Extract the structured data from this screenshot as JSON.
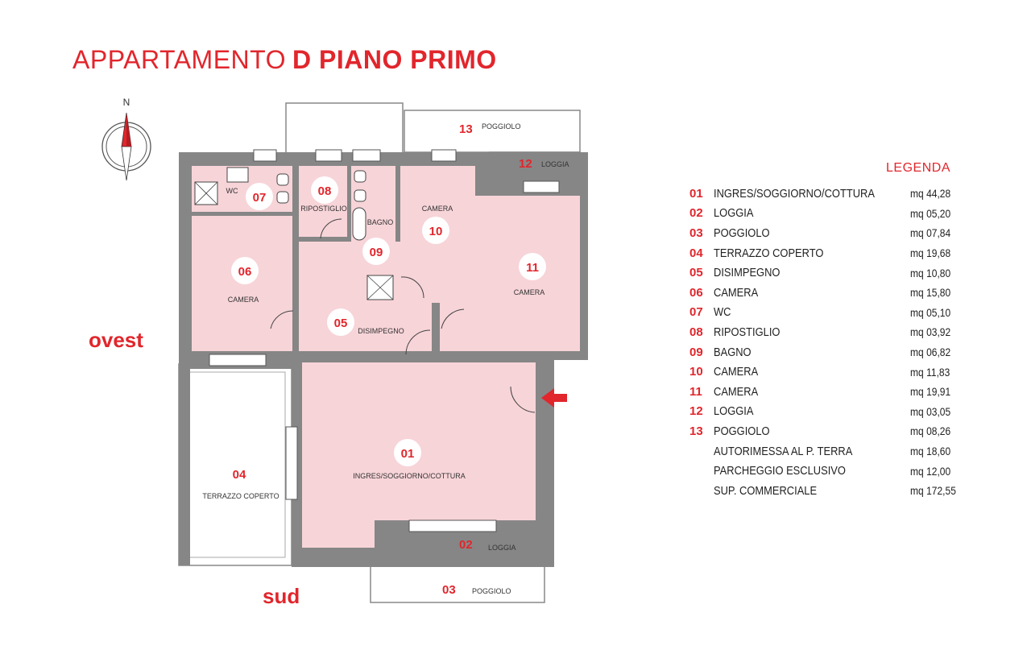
{
  "title": {
    "light": "APPARTAMENTO",
    "bold": "D PIANO PRIMO"
  },
  "compass": {
    "north": "N"
  },
  "directions": {
    "west": "ovest",
    "south": "sud"
  },
  "colors": {
    "accent": "#e1262c",
    "room_fill": "#f7d4d8",
    "wall": "#868686"
  },
  "plan_rooms": [
    {
      "num": "01",
      "label": "INGRES/SOGGIORNO/COTTURA"
    },
    {
      "num": "02",
      "label": "LOGGIA"
    },
    {
      "num": "03",
      "label": "POGGIOLO"
    },
    {
      "num": "04",
      "label": "TERRAZZO COPERTO"
    },
    {
      "num": "05",
      "label": "DISIMPEGNO"
    },
    {
      "num": "06",
      "label": "CAMERA"
    },
    {
      "num": "07",
      "label": "WC"
    },
    {
      "num": "08",
      "label": "RIPOSTIGLIO"
    },
    {
      "num": "09",
      "label": "BAGNO"
    },
    {
      "num": "10",
      "label": "CAMERA"
    },
    {
      "num": "11",
      "label": "CAMERA"
    },
    {
      "num": "12",
      "label": "LOGGIA"
    },
    {
      "num": "13",
      "label": "POGGIOLO"
    }
  ],
  "legend": {
    "title": "LEGENDA",
    "rows": [
      {
        "num": "01",
        "name": "INGRES/SOGGIORNO/COTTURA",
        "value": "mq 44,28"
      },
      {
        "num": "02",
        "name": "LOGGIA",
        "value": "mq 05,20"
      },
      {
        "num": "03",
        "name": "POGGIOLO",
        "value": "mq 07,84"
      },
      {
        "num": "04",
        "name": "TERRAZZO COPERTO",
        "value": "mq 19,68"
      },
      {
        "num": "05",
        "name": "DISIMPEGNO",
        "value": "mq 10,80"
      },
      {
        "num": "06",
        "name": "CAMERA",
        "value": "mq 15,80"
      },
      {
        "num": "07",
        "name": "WC",
        "value": "mq 05,10"
      },
      {
        "num": "08",
        "name": "RIPOSTIGLIO",
        "value": "mq 03,92"
      },
      {
        "num": "09",
        "name": "BAGNO",
        "value": "mq 06,82"
      },
      {
        "num": "10",
        "name": "CAMERA",
        "value": "mq 11,83"
      },
      {
        "num": "11",
        "name": "CAMERA",
        "value": "mq 19,91"
      },
      {
        "num": "12",
        "name": "LOGGIA",
        "value": "mq 03,05"
      },
      {
        "num": "13",
        "name": "POGGIOLO",
        "value": "mq 08,26"
      },
      {
        "num": "",
        "name": "AUTORIMESSA AL P. TERRA",
        "value": "mq 18,60"
      },
      {
        "num": "",
        "name": "PARCHEGGIO ESCLUSIVO",
        "value": "mq 12,00"
      },
      {
        "num": "",
        "name": "SUP. COMMERCIALE",
        "value": "mq 172,55"
      }
    ]
  }
}
